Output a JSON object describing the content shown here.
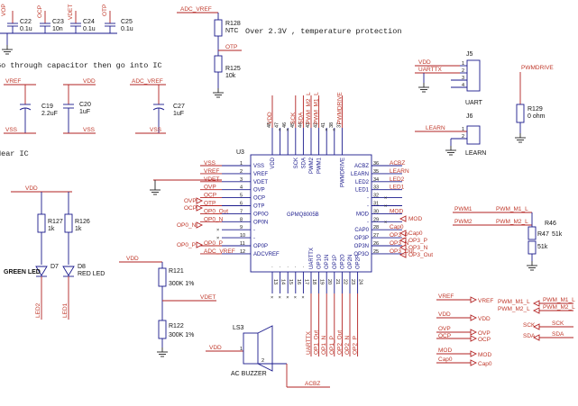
{
  "caps_top": {
    "nets": [
      "VOP",
      "OCP",
      "VDET",
      "OTP"
    ],
    "items": [
      {
        "ref": "C22",
        "val": "0.1u"
      },
      {
        "ref": "C23",
        "val": "10n"
      },
      {
        "ref": "C24",
        "val": "0.1u"
      },
      {
        "ref": "C25",
        "val": "0.1u"
      }
    ]
  },
  "ntc": {
    "net_top": "ADC_VREF",
    "r128_ref": "R128",
    "r128_val": "NTC",
    "net_mid": "OTP",
    "r125_ref": "R125",
    "r125_val": "10k",
    "note": "Over 2.3V , temperature protection"
  },
  "notes": {
    "capacitor": "Go through capacitor then go into IC",
    "near_ic": "Near IC"
  },
  "caps_mid": [
    {
      "net_top": "VREF",
      "net_bot": "VSS",
      "ref": "C19",
      "val": "2.2uF"
    },
    {
      "net_top": "VDD",
      "net_bot": "VSS",
      "ref": "C20",
      "val": "1uF"
    },
    {
      "net_top": "ADC_VREF",
      "net_bot": "VSS",
      "ref": "C27",
      "val": "1uF"
    }
  ],
  "j5": {
    "ref": "J5",
    "name": "UART",
    "nets": [
      "VDD",
      "UARTTX"
    ],
    "pins": [
      "1",
      "2",
      "3",
      "4"
    ]
  },
  "j6": {
    "ref": "J6",
    "name": "LEARN",
    "net": "LEARN",
    "pins": [
      "1",
      "2"
    ]
  },
  "r129": {
    "net": "PWMDRIVE",
    "ref": "R129",
    "val": "0 ohm"
  },
  "ic": {
    "ref": "U3",
    "part": "GPMQ8005B",
    "left_nets": [
      "VSS",
      "VREF",
      "VDET",
      "OVP",
      "OCP",
      "OTP",
      "OP0_Out",
      "OP0_N",
      "",
      "",
      "OP0_P",
      "ADC_VREF"
    ],
    "left_pins": [
      {
        "num": "1",
        "name": "VSS"
      },
      {
        "num": "2",
        "name": "VREF"
      },
      {
        "num": "3",
        "name": "VDET"
      },
      {
        "num": "4",
        "name": "OVP"
      },
      {
        "num": "5",
        "name": "OCP"
      },
      {
        "num": "6",
        "name": "OTP"
      },
      {
        "num": "7",
        "name": "OP0O"
      },
      {
        "num": "8",
        "name": "OP0N"
      },
      {
        "num": "9",
        "name": "-"
      },
      {
        "num": "10",
        "name": "-"
      },
      {
        "num": "11",
        "name": "OP0P"
      },
      {
        "num": "12",
        "name": "ADCVREF"
      }
    ],
    "right_nets": [
      "ACBZ",
      "LEARN",
      "LED2",
      "LED1",
      "",
      "",
      "MOD",
      "",
      "Cap0",
      "OP3_P",
      "OP3_N",
      "OP3_Out"
    ],
    "right_pins": [
      {
        "num": "36",
        "name": "ACBZ"
      },
      {
        "num": "35",
        "name": "LEARN"
      },
      {
        "num": "34",
        "name": "LED2"
      },
      {
        "num": "33",
        "name": "LED1"
      },
      {
        "num": "32",
        "name": "-"
      },
      {
        "num": "31",
        "name": "-"
      },
      {
        "num": "30",
        "name": "MOD"
      },
      {
        "num": "29",
        "name": "-"
      },
      {
        "num": "28",
        "name": "CAP0"
      },
      {
        "num": "27",
        "name": "OP3P"
      },
      {
        "num": "26",
        "name": "OP3N"
      },
      {
        "num": "25",
        "name": "OP3O"
      }
    ],
    "top_nets": [
      "VDD",
      "",
      "",
      "SCK",
      "SDA",
      "PWM_M2_L",
      "PWM_M1_L",
      "",
      "",
      "PWMDRIVE"
    ],
    "top_pins": [
      {
        "num": "48",
        "name": "VDD"
      },
      {
        "num": "47",
        "name": "-"
      },
      {
        "num": "46",
        "name": "-"
      },
      {
        "num": "45",
        "name": "SCK"
      },
      {
        "num": "44",
        "name": "SDA"
      },
      {
        "num": "43",
        "name": "PWM2"
      },
      {
        "num": "42",
        "name": "PWM1"
      },
      {
        "num": "41",
        "name": "-"
      },
      {
        "num": "38",
        "name": "-"
      },
      {
        "num": "37",
        "name": "PWMDRIVE"
      }
    ],
    "bottom_nets": [
      "",
      "",
      "",
      "",
      "",
      "UARTTX",
      "OP1_Out",
      "OP1_N",
      "OP1_P",
      "OP2_Out",
      "OP2_N",
      "OP2_P"
    ],
    "bottom_pins": [
      {
        "num": "13",
        "name": "-"
      },
      {
        "num": "14",
        "name": "-"
      },
      {
        "num": "15",
        "name": "-"
      },
      {
        "num": "16",
        "name": "-"
      },
      {
        "num": "17",
        "name": "-"
      },
      {
        "num": "18",
        "name": "UARTTX"
      },
      {
        "num": "19",
        "name": "OP1O"
      },
      {
        "num": "20",
        "name": "OP1N"
      },
      {
        "num": "21",
        "name": "OP1P"
      },
      {
        "num": "22",
        "name": "OP2O"
      },
      {
        "num": "23",
        "name": "OP2N"
      },
      {
        "num": "24",
        "name": "OP2P"
      }
    ],
    "mod_net": "MOD",
    "cap0_net": "Cap0",
    "op3p_net": "OP3_P",
    "op3n_net": "OP3_N",
    "op3out_net": "OP3_Out",
    "ovp_net": "OVP",
    "ocp_net": "OCP",
    "op0n_net": "OP0_N",
    "op0p_net": "OP0_P"
  },
  "leds": {
    "net": "VDD",
    "r127_ref": "R127",
    "r127_val": "1k",
    "r126_ref": "R126",
    "r126_val": "1k",
    "d7_ref": "D7",
    "d7_name": "GREEN LED",
    "d8_ref": "D8",
    "d8_name": "RED LED",
    "led2_net": "LED2",
    "led1_net": "LED1"
  },
  "divider": {
    "net_top": "VDD",
    "r121_ref": "R121",
    "r121_val": "300K 1%",
    "net_mid": "VDET",
    "r122_ref": "R122",
    "r122_val": "300K 1%"
  },
  "buzzer": {
    "ref": "LS3",
    "name": "AC BUZZER",
    "net_in": "VDD",
    "net_out": "ACBZ",
    "pin1": "1",
    "pin2": "2"
  },
  "pwm": {
    "in1": "PWM1",
    "in2": "PWM2",
    "out1": "PWM_M1_L",
    "out2": "PWM_M2_L",
    "ref_top": "R46",
    "ref_bot": "R47",
    "val_top": "51k",
    "val_bot": "51k"
  },
  "ports": {
    "left": [
      "VREF",
      "VDD",
      "OVP",
      "OCP",
      "MOD",
      "Cap0"
    ],
    "right": [
      "PWM_M1_L",
      "PWM_M2_L",
      "SCK",
      "SDA"
    ]
  }
}
